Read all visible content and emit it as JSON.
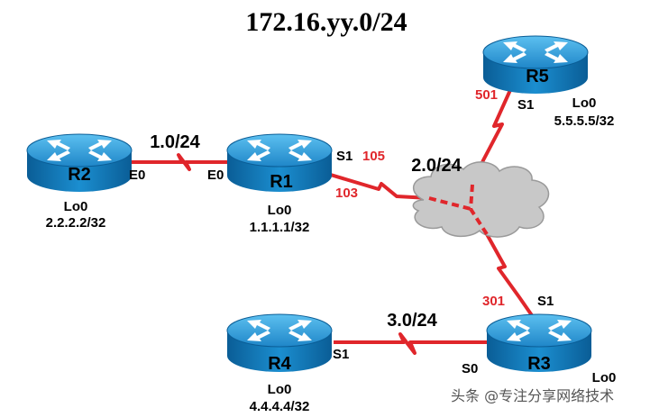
{
  "title": "172.16.yy.0/24",
  "colors": {
    "link": "#e0262b",
    "router_top": "#3aa0d8",
    "router_side": "#0a6fb0",
    "cloud": "#c9c9c9",
    "dlci_text": "#e0262b"
  },
  "routers": {
    "r1": {
      "name": "R1",
      "lo_label": "Lo0",
      "lo_ip": "1.1.1.1/32",
      "if_left": "E0",
      "if_right": "S1"
    },
    "r2": {
      "name": "R2",
      "lo_label": "Lo0",
      "lo_ip": "2.2.2.2/32",
      "if_right": "E0"
    },
    "r3": {
      "name": "R3",
      "lo_label": "Lo0",
      "if_top": "S1",
      "if_left": "S0"
    },
    "r4": {
      "name": "R4",
      "lo_label": "Lo0",
      "lo_ip": "4.4.4.4/32",
      "if_right": "S1"
    },
    "r5": {
      "name": "R5",
      "lo_label": "Lo0",
      "lo_ip": "5.5.5.5/32",
      "if_bottom": "S1"
    }
  },
  "links": {
    "r2_r1": "1.0/24",
    "frame_relay": "2.0/24",
    "r4_r3": "3.0/24"
  },
  "dlci": {
    "r1_105": "105",
    "r1_103": "103",
    "r5_501": "501",
    "r3_301": "301"
  },
  "watermark": "头条 @专注分享网络技术"
}
